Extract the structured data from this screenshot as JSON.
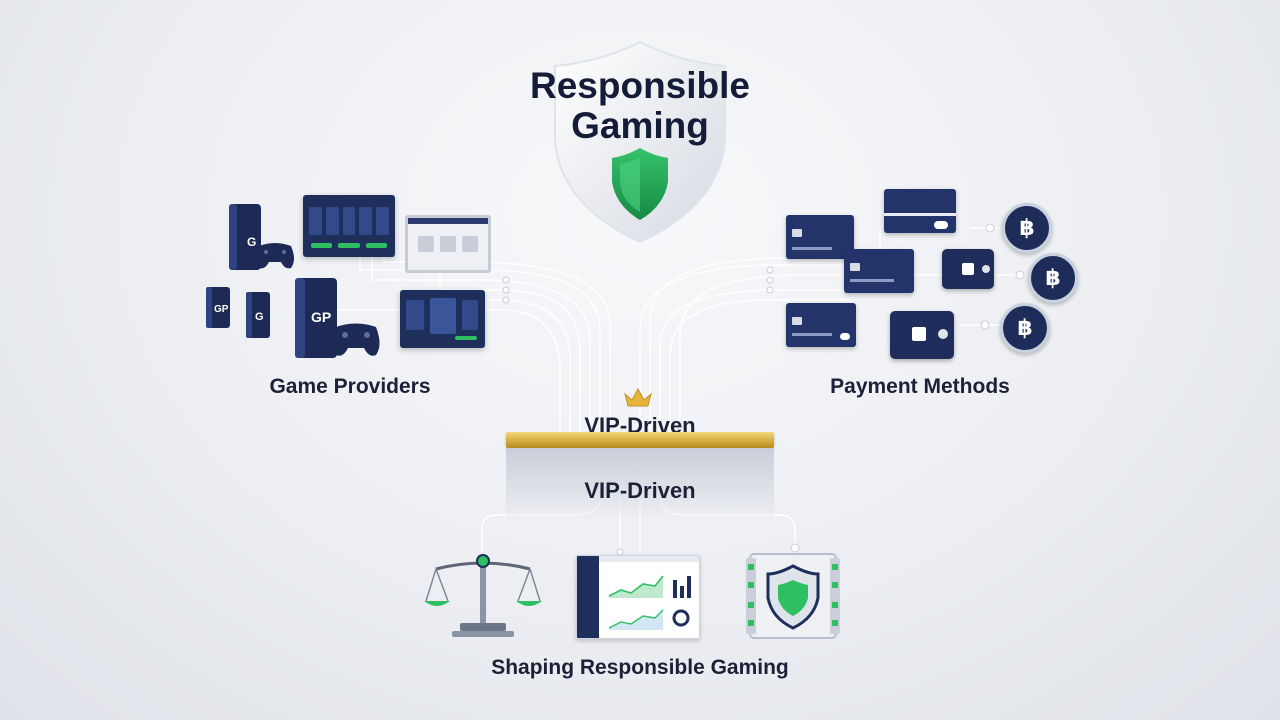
{
  "title_line1": "Responsible",
  "title_line2": "Gaming",
  "left_label": "Game Providers",
  "right_label": "Payment Methods",
  "platform_top_label": "VIP-Driven",
  "platform_front_label": "VIP-Driven",
  "bottom_label": "Shaping Responsible Gaming",
  "coin_symbol": "฿",
  "colors": {
    "navy": "#1f2f5c",
    "green": "#22a855",
    "gold": "#d9b23a",
    "text": "#1b2238"
  },
  "icons": [
    "shield-icon",
    "console-icon",
    "gamepad-icon",
    "game-screen-icon",
    "credit-card-icon",
    "wallet-icon",
    "bitcoin-icon",
    "crown-icon",
    "scale-icon",
    "dashboard-icon",
    "security-panel-icon"
  ]
}
